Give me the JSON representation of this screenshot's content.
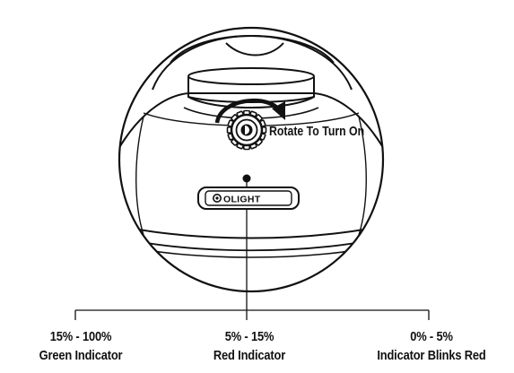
{
  "rotate_label": "Rotate To Turn On",
  "brand_text": "OLIGHT",
  "indicators": [
    {
      "range": "15% - 100%",
      "description": "Green Indicator"
    },
    {
      "range": "5% - 15%",
      "description": "Red Indicator"
    },
    {
      "range": "0% - 5%",
      "description": "Indicator Blinks Red"
    }
  ]
}
